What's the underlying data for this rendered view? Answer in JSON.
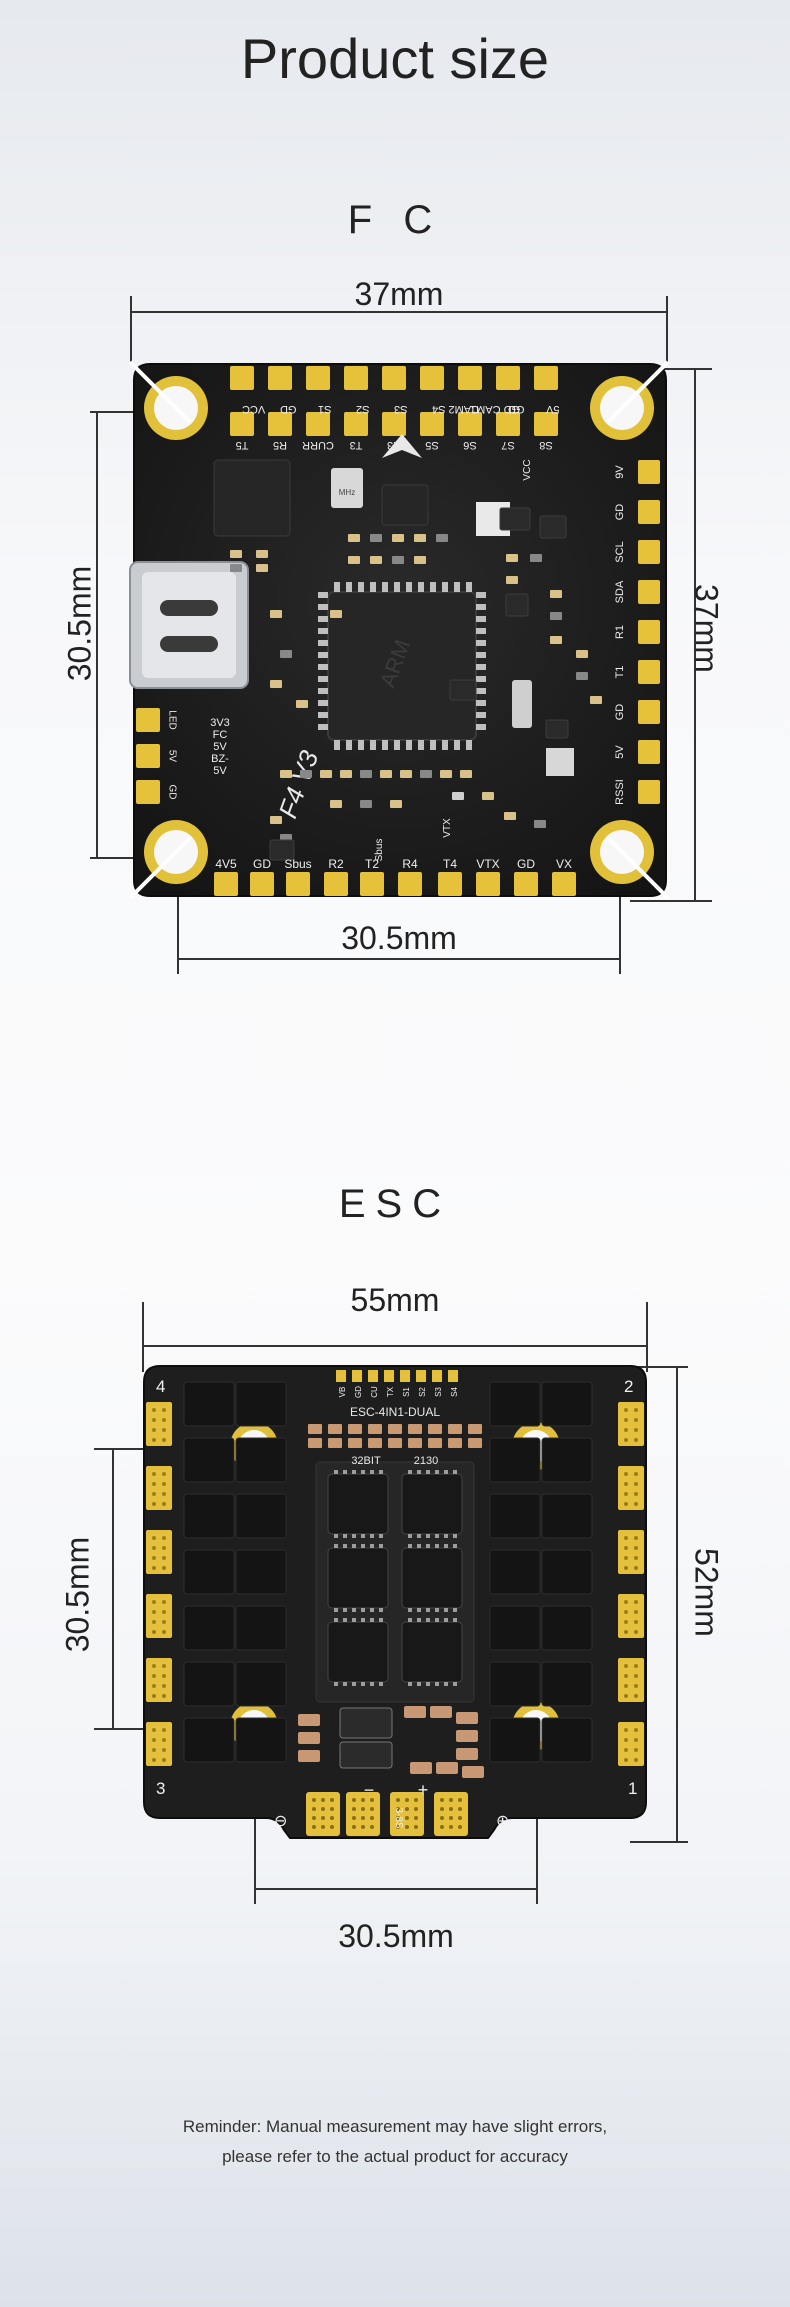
{
  "page_title": "Product size",
  "fc": {
    "heading": "F C",
    "dim_top": "37mm",
    "dim_right": "37mm",
    "dim_left": "30.5mm",
    "dim_bottom": "30.5mm",
    "board_model": "F4 V3",
    "crystal_label": "MHz",
    "top_pads_upper": [
      "VCC",
      "GD",
      "S1",
      "S2",
      "S3",
      "CAM2 S4",
      "GD CAM1",
      "GD",
      "5V"
    ],
    "top_pads_lower": [
      "T5",
      "R5",
      "CURR",
      "T3",
      "R3",
      "S5",
      "S6",
      "S7",
      "S8"
    ],
    "right_pads": [
      "9V",
      "GD",
      "SCL",
      "SDA",
      "R1",
      "T1",
      "GD",
      "5V",
      "RSSI"
    ],
    "left_pads": [
      "LED",
      "5V",
      "GD"
    ],
    "left_small_labels": [
      "3V3",
      "FC",
      "5V",
      "BZ-",
      "5V"
    ],
    "bottom_pads": [
      "4V5",
      "GD",
      "Sbus",
      "R2",
      "T2",
      "R4",
      "T4",
      "VTX",
      "GD",
      "VX"
    ],
    "misc_labels": [
      "VCC",
      "Sbus",
      "VTX"
    ],
    "colors": {
      "board": "#1c1c1c",
      "pad": "#e6c23a",
      "pad_dark": "#caa52a",
      "hole_ring": "#e0c037"
    }
  },
  "esc": {
    "heading": "ESC",
    "dim_top": "55mm",
    "dim_right": "52mm",
    "dim_left": "30.5mm",
    "dim_bottom": "30.5mm",
    "board_label": "ESC-4IN1-DUAL",
    "firmware_label": "32BIT",
    "size_label": "2130",
    "header_pins": [
      "VB",
      "GD",
      "CU",
      "TX",
      "S1",
      "S2",
      "S3",
      "S4"
    ],
    "corner_numbers": [
      "4",
      "2",
      "3",
      "1"
    ],
    "power_labels": [
      "−",
      "3-8S",
      "+"
    ],
    "power_symbols": [
      "⊖",
      "⊕"
    ],
    "colors": {
      "board": "#1f1f1f",
      "pad": "#e4c03c"
    }
  },
  "reminder": {
    "line1": "Reminder: Manual measurement may have slight errors,",
    "line2": "please refer to the actual product for accuracy"
  }
}
